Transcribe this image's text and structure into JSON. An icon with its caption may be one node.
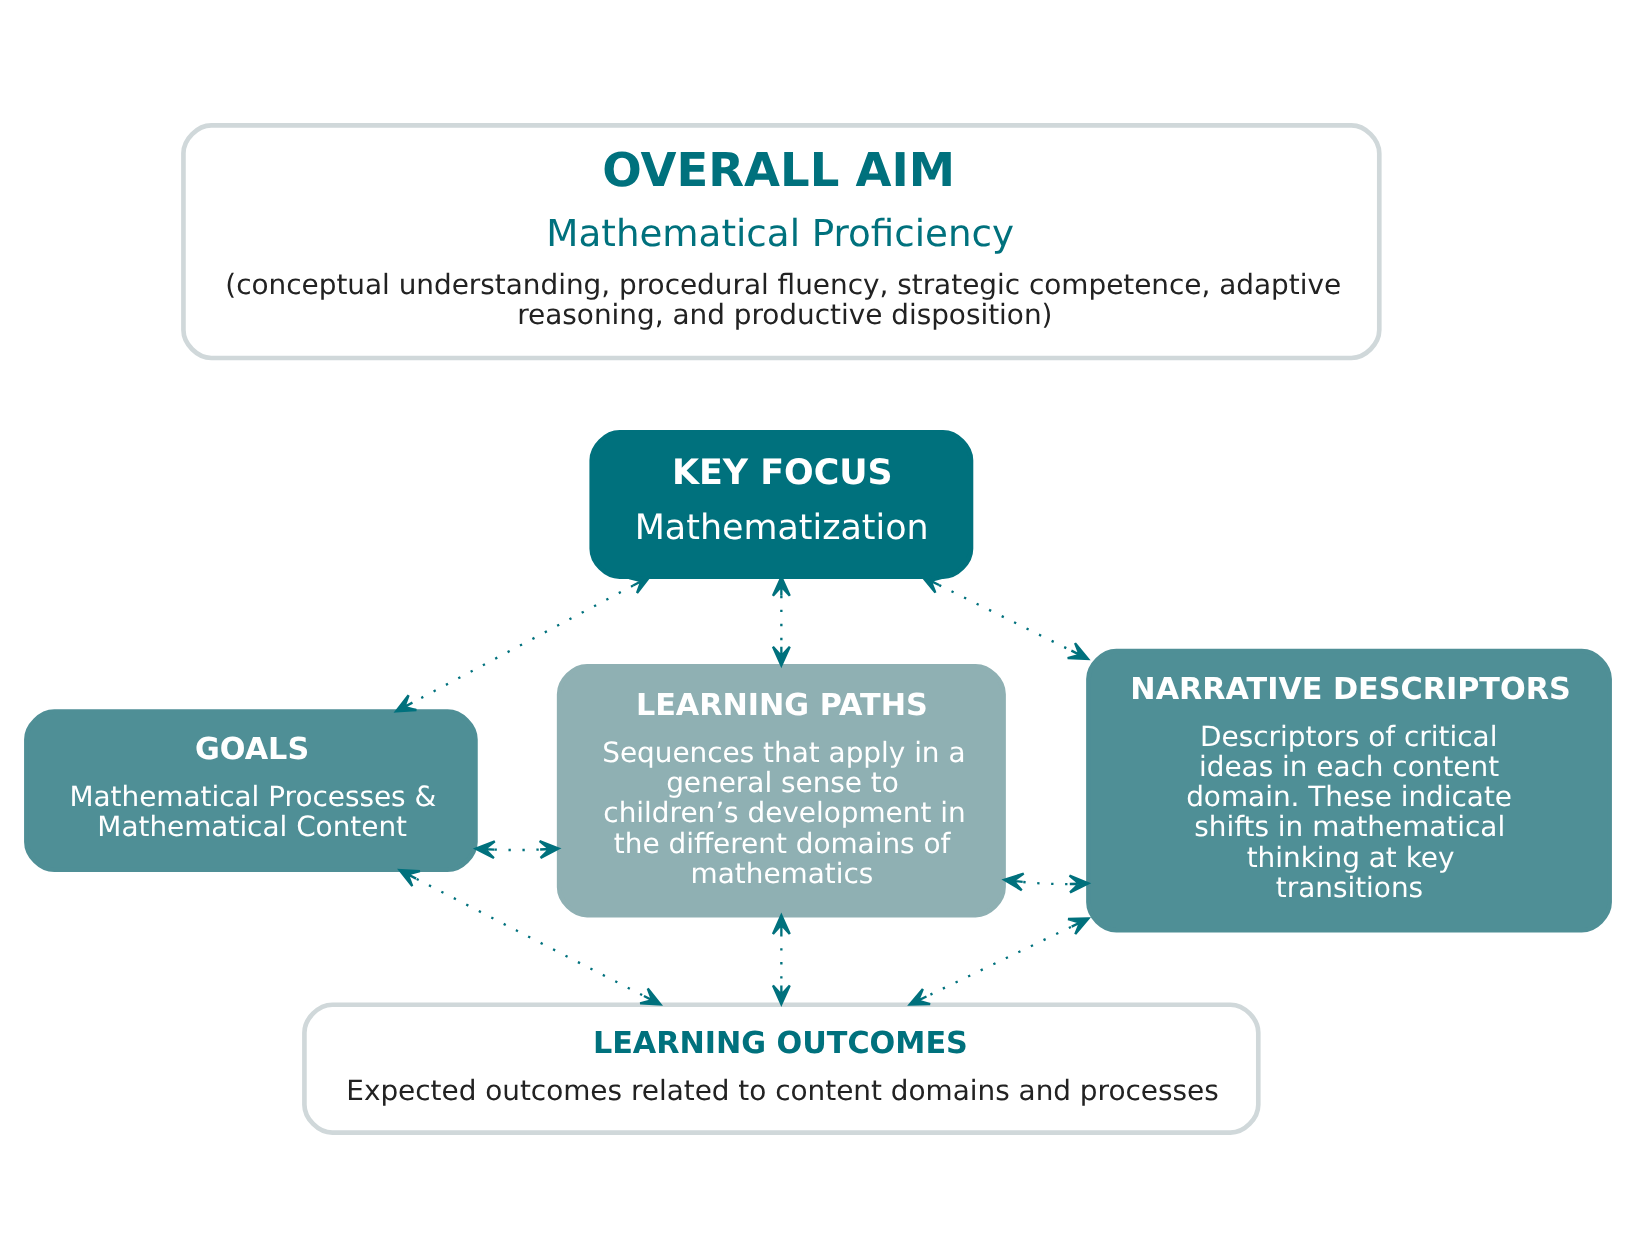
{
  "diagram": {
    "nodes": [
      {
        "text": [
          "OVERALL AIM",
          "Mathematical Proficiency",
          "(conceptual understanding, procedural fluency, strategic competence, adaptive reasoning, and productive disposition)"
        ]
      },
      {
        "text": [
          "KEY FOCUS",
          "Mathematization"
        ]
      },
      {
        "text": [
          "GOALS",
          "Mathematical Processes & Mathematical Content"
        ]
      },
      {
        "text": [
          "LEARNING PATHS",
          "Sequences that apply in a general sense to children’s development in the different domains of mathematics"
        ]
      },
      {
        "text": [
          "NARRATIVE DESCRIPTORS",
          "Descriptors of critical ideas in each content domain. These indicate shifts in mathematical thinking at key transitions"
        ]
      },
      {
        "text": [
          "LEARNING OUTCOMES",
          "Expected outcomes related to content domains and processes"
        ]
      }
    ],
    "edges": [
      {
        "from": 1,
        "to": 2,
        "arrow": "both"
      },
      {
        "from": 1,
        "to": 3,
        "arrow": "both"
      },
      {
        "from": 1,
        "to": 4,
        "arrow": "both"
      },
      {
        "from": 2,
        "to": 3,
        "arrow": "both"
      },
      {
        "from": 3,
        "to": 4,
        "arrow": "both"
      },
      {
        "from": 2,
        "to": 5,
        "arrow": "both"
      },
      {
        "from": 3,
        "to": 5,
        "arrow": "both"
      },
      {
        "from": 4,
        "to": 5,
        "arrow": "both"
      }
    ]
  }
}
